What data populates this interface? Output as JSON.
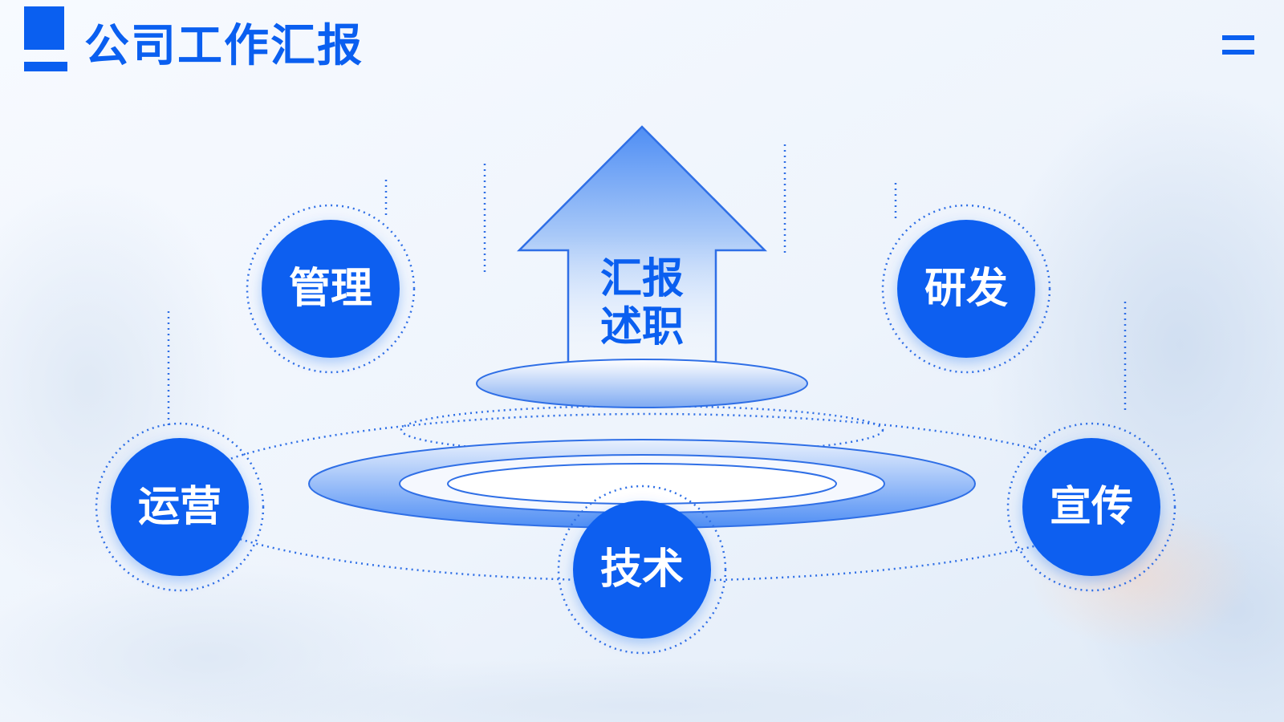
{
  "title": "公司工作汇报",
  "colors": {
    "primary": "#0a5ff0",
    "light": "#dbe8fb",
    "background": "#f4f8fd"
  },
  "icons": {
    "menu": "menu-icon"
  },
  "center": {
    "line1": "汇报",
    "line2": "述职"
  },
  "nodes": [
    {
      "id": "management",
      "label": "管理"
    },
    {
      "id": "research",
      "label": "研发"
    },
    {
      "id": "operations",
      "label": "运营"
    },
    {
      "id": "technology",
      "label": "技术"
    },
    {
      "id": "promotion",
      "label": "宣传"
    }
  ]
}
